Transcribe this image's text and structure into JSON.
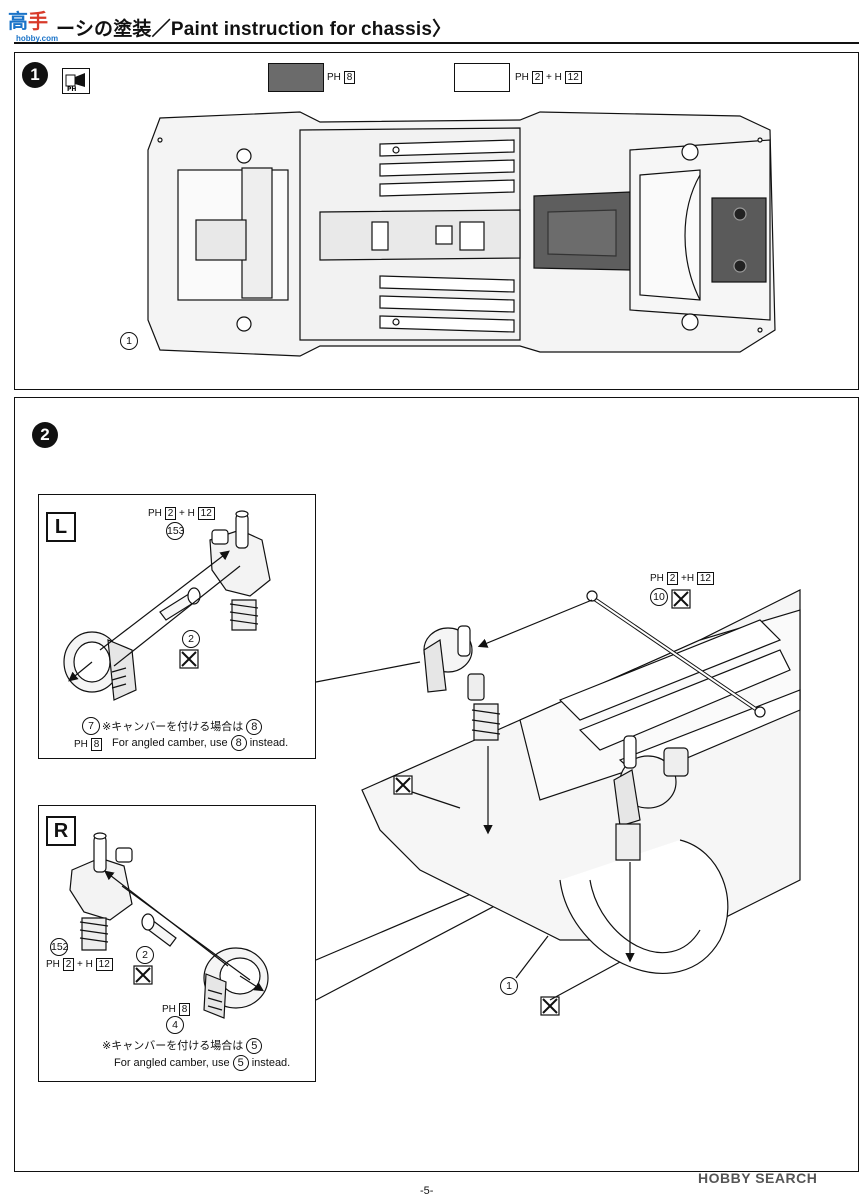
{
  "header": {
    "title": "ーシの塗装／Paint instruction for chassis〉",
    "watermark_text": "hobby.com"
  },
  "step1": {
    "number": "1",
    "paint_icon": "paint-brush-icon",
    "swatch_dark_color": "#6b6b6b",
    "swatch_dark_code_prefix": "PH",
    "swatch_dark_code": "8",
    "swatch_light_color": "#ffffff",
    "swatch_light_code_prefix": "PH",
    "swatch_light_code_a": "2",
    "swatch_light_code_plus": "+ H",
    "swatch_light_code_b": "12",
    "part_label": "1"
  },
  "step2": {
    "number": "2",
    "left_inset": {
      "side": "L",
      "paint_prefix": "PH",
      "paint_a": "2",
      "paint_plus": "+ H",
      "paint_b": "12",
      "part_knuckle": "153",
      "part_pin": "2",
      "part_hub": "7",
      "note_jp_prefix": "※キャンバーを付ける場合は",
      "note_jp_part": "8",
      "note_en_prefix": "For angled camber, use",
      "note_en_part": "8",
      "note_en_suffix": "instead.",
      "hub_paint_prefix": "PH",
      "hub_paint": "8"
    },
    "right_inset": {
      "side": "R",
      "paint_prefix": "PH",
      "paint_a": "2",
      "paint_plus": "+ H",
      "paint_b": "12",
      "part_knuckle": "152",
      "part_pin": "2",
      "part_hub": "4",
      "hub_paint_prefix": "PH",
      "hub_paint": "8",
      "note_jp_prefix": "※キャンバーを付ける場合は",
      "note_jp_part": "5",
      "note_en_prefix": "For angled camber, use",
      "note_en_part": "5",
      "note_en_suffix": "instead."
    },
    "main": {
      "bar_paint_prefix": "PH",
      "bar_paint_a": "2",
      "bar_paint_plus": "+H",
      "bar_paint_b": "12",
      "part_bar": "10",
      "part_chassis": "1"
    }
  },
  "footer": {
    "page": "-5-",
    "logo": "HOBBY SEARCH"
  }
}
